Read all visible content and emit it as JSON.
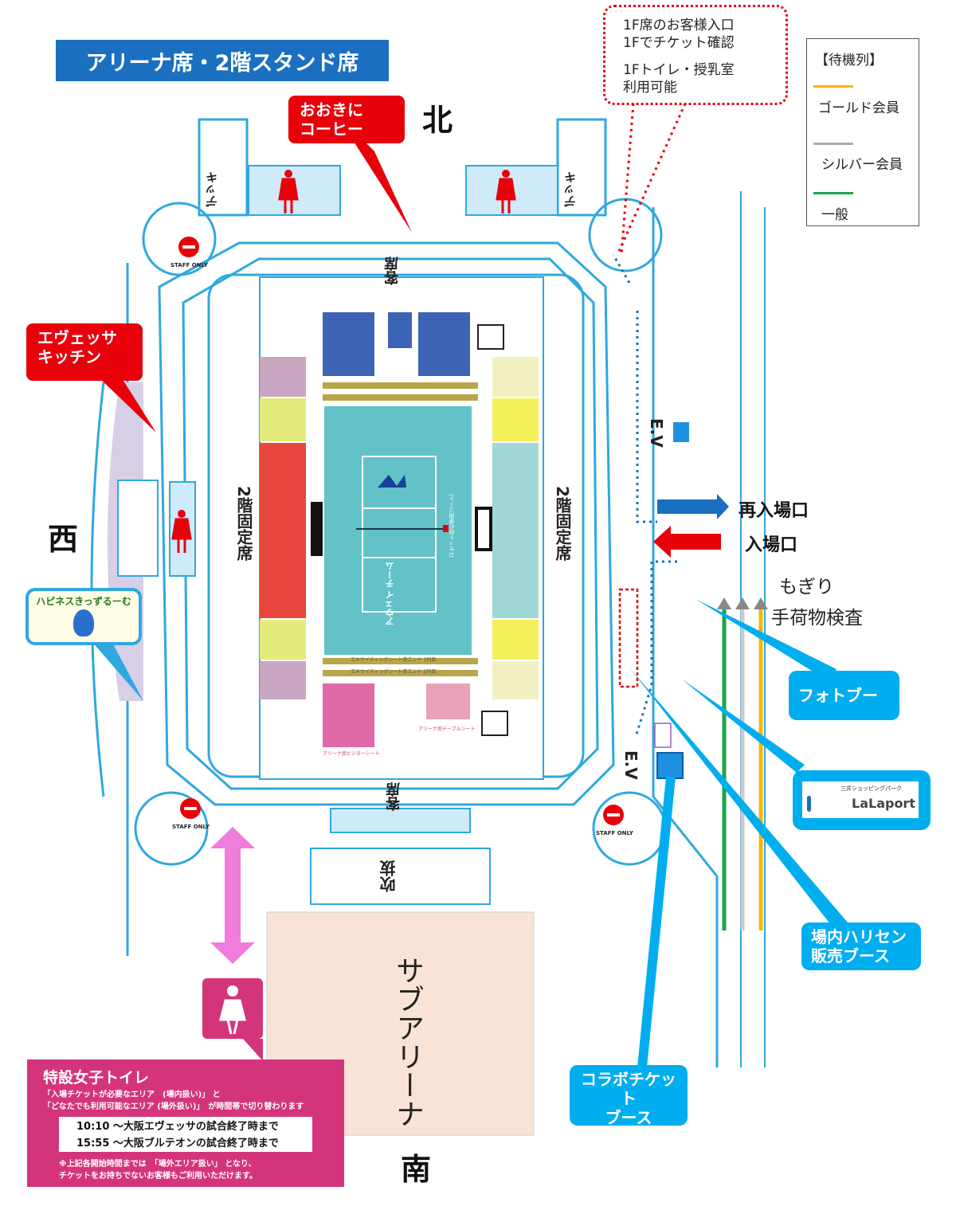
{
  "title": "アリーナ席・2階スタンド席",
  "directions": {
    "north": "北",
    "west": "西",
    "south": "南"
  },
  "callouts": {
    "coffee": [
      "おおきに",
      "コーヒー"
    ],
    "kitchen": [
      "エヴェッサ",
      "キッチン"
    ],
    "kids_room": "ハピネスきっずるーむ",
    "photo_booth": "フォトブース",
    "lalaport_sub": "三井ショッピングパーク",
    "lalaport": "LaLaport",
    "harisen": [
      "場内ハリセン",
      "販売ブース"
    ],
    "collab": [
      "コラボチケット",
      "ブース"
    ]
  },
  "entrance_note": [
    "1F席のお客様入口",
    "1Fでチケット確認",
    "1Fトイレ・授乳室",
    "利用可能"
  ],
  "legend": {
    "title": "【待機列】",
    "items": [
      {
        "label": "ゴールド会員",
        "color": "#f7b500"
      },
      {
        "label": "シルバー会員",
        "color": "#aaaaaa"
      },
      {
        "label": "一般",
        "color": "#1aa64a"
      }
    ]
  },
  "gates": {
    "reentry": "再入場口",
    "entry": "入場口",
    "mogiri": "もぎり",
    "baggage": "手荷物検査"
  },
  "areas": {
    "ev": "E.V",
    "seats": "客席",
    "fixed_seats": "2階固定席",
    "atrium": "吹抜",
    "sub_arena": "サブアリーナ",
    "staff_only": "STAFF ONLY",
    "deck": "デッキ"
  },
  "court": {
    "away": "アウェイ チーム",
    "first_set": "(1セット目の使用コート)",
    "south_end_1": "エキサイティングシート南エンド 1列目",
    "south_end_2": "エキサイティングシート南エンド 2列目",
    "table_seat": "アリーナ南テーブルシート",
    "visitor_seat": "アリーナ南ビジターシート"
  },
  "toilet_info": {
    "title": "特設女子トイレ",
    "line1": "「入場チケットが必要なエリア　(場内扱い)」 と",
    "line2": "「どなたでも利用可能なエリア (場外扱い)」　が時間帯で切り替わります",
    "time1": "10:10 ～大阪エヴェッサの試合終了時まで",
    "time2": "15:55 ～大阪ブルテオンの試合終了時まで",
    "note1": "※上記各開始時間までは　「場外エリア扱い」 となり、",
    "note2": "チケットをお持ちでないお客様もご利用いただけます。"
  },
  "colors": {
    "title_bg": "#1a6fc0",
    "red": "#e8000b",
    "blue_callout": "#00aeef",
    "court": "#62c2c8",
    "structure": "#2fa8e0",
    "pink": "#d4357a",
    "sub_arena": "#f8e3d6"
  }
}
